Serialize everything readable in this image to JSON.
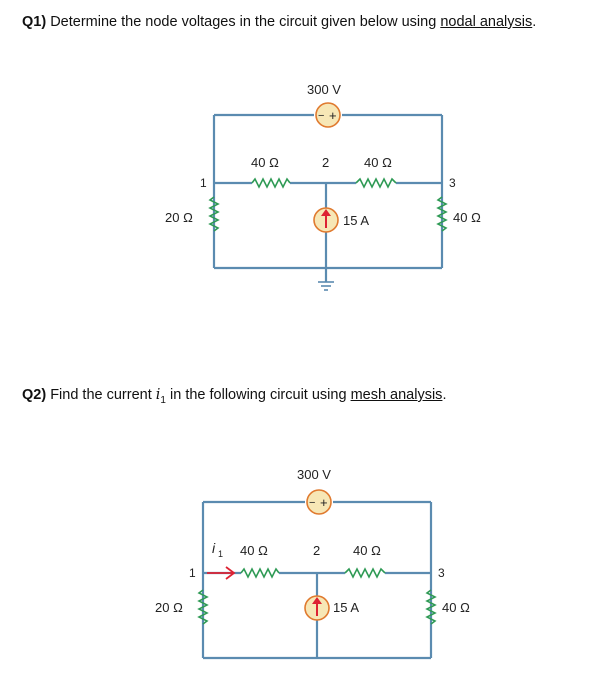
{
  "q1": {
    "label": "Q1)",
    "text": " Determine the node voltages in the circuit given below using ",
    "link": "nodal analysis",
    "end": ".",
    "circuit": {
      "vs": "300 V",
      "r_top_left": "40 Ω",
      "r_top_right": "40 Ω",
      "node1": "1",
      "node2": "2",
      "node3": "3",
      "r_left": "20 Ω",
      "r_right": "40 Ω",
      "cs": "15 A",
      "vs_plus": "+",
      "vs_minus": "−"
    }
  },
  "q2": {
    "label": "Q2)",
    "text1": " Find the current ",
    "var": "i",
    "sub": "1",
    "text2": "  in the following circuit using ",
    "link": "mesh analysis",
    "end": ".",
    "circuit": {
      "vs": "300 V",
      "i1": "i",
      "i1_sub": "1",
      "r_top_left": "40 Ω",
      "r_top_right": "40 Ω",
      "node1": "1",
      "node2": "2",
      "node3": "3",
      "r_left": "20 Ω",
      "r_right": "40 Ω",
      "cs": "15 A",
      "vs_plus": "+",
      "vs_minus": "−"
    }
  }
}
